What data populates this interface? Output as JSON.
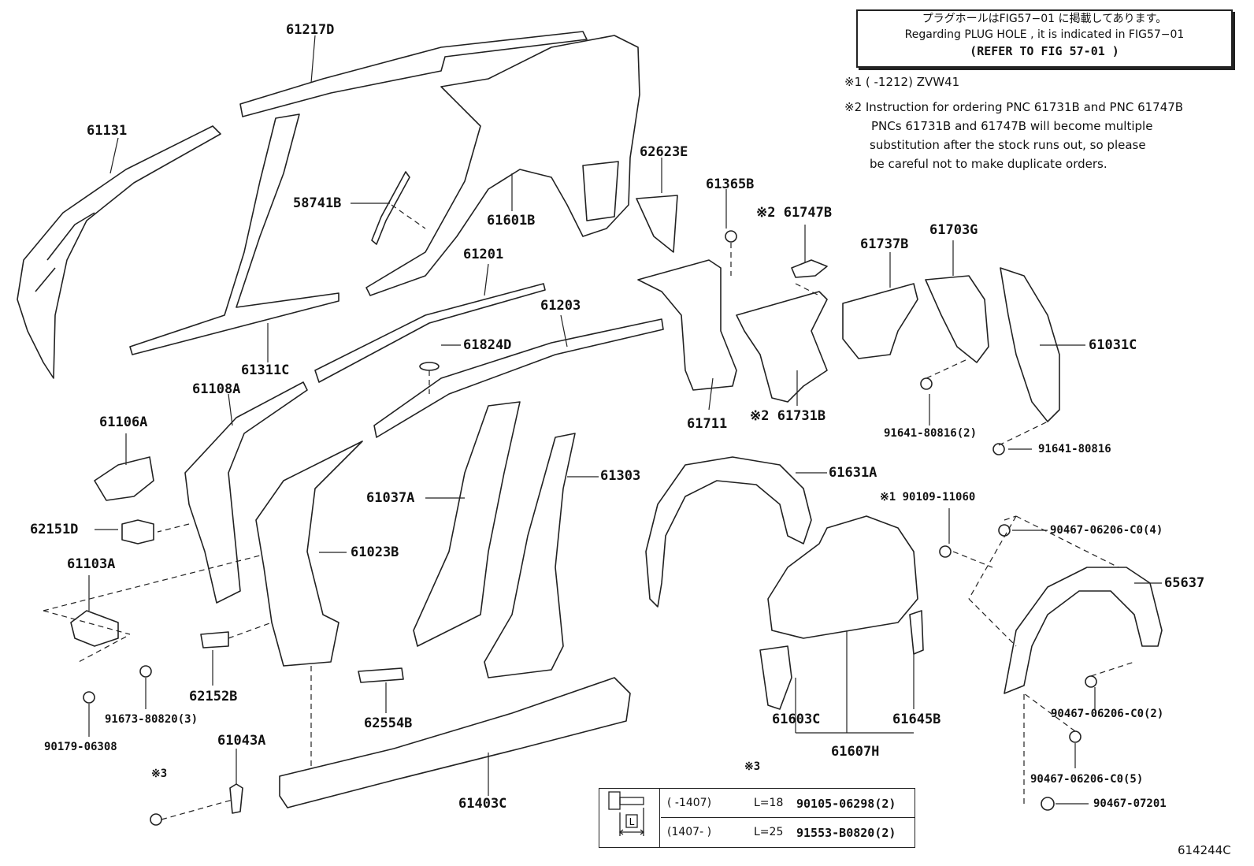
{
  "note_box": {
    "line1": "プラグホールはFIG57−01 に掲載してあります。",
    "line2": "Regarding  PLUG HOLE , it is indicated in  FIG57−01",
    "line3": "(REFER TO FIG 57-01 )"
  },
  "notes": {
    "n1": "※1 (        -1212) ZVW41",
    "n2_l1": "※2  Instruction for ordering PNC 61731B and PNC 61747B",
    "n2_l2": "PNCs 61731B and  61747B  will become multiple",
    "n2_l3": "substitution after the stock runs out, so please",
    "n2_l4": "be careful not to make duplicate orders."
  },
  "labels": {
    "p61217D": "61217D",
    "p61131": "61131",
    "p58741B": "58741B",
    "p61601B": "61601B",
    "p62623E": "62623E",
    "p61365B": "61365B",
    "p61747B": "※2 61747B",
    "p61737B": "61737B",
    "p61703G": "61703G",
    "p61201": "61201",
    "p61311C": "61311C",
    "p61203": "61203",
    "p61824D": "61824D",
    "p61031C": "61031C",
    "p61108A": "61108A",
    "p61106A": "61106A",
    "p61711": "61711",
    "p61731B": "※2 61731B",
    "p91641_2": "91641-80816(2)",
    "p91641": "91641-80816",
    "p61631A": "61631A",
    "p62151D": "62151D",
    "p61037A": "61037A",
    "p61303": "61303",
    "p90109": "※1 90109-11060",
    "p90467_4": "90467-06206-C0(4)",
    "p61023B": "61023B",
    "p61103A": "61103A",
    "p65637": "65637",
    "p62152B": "62152B",
    "p91673": "91673-80820(3)",
    "p90179": "90179-06308",
    "p61603C": "61603C",
    "p61645B": "61645B",
    "p90467_2": "90467-06206-C0(2)",
    "p62554B": "62554B",
    "p61043A": "61043A",
    "p61607H": "61607H",
    "p_x3a": "※3",
    "p_x3b": "※3",
    "p61403C": "61403C",
    "p90467_5": "90467-06206-C0(5)",
    "p90467_07201": "90467-07201"
  },
  "table": {
    "row1_range": "(      -1407)",
    "row1_len": "L=18",
    "row1_part": "90105-06298(2)",
    "row2_range": "(1407-      )",
    "row2_len": "L=25",
    "row2_part": "91553-B0820(2)",
    "dim_label": "L"
  },
  "diagram_code": "614244C"
}
